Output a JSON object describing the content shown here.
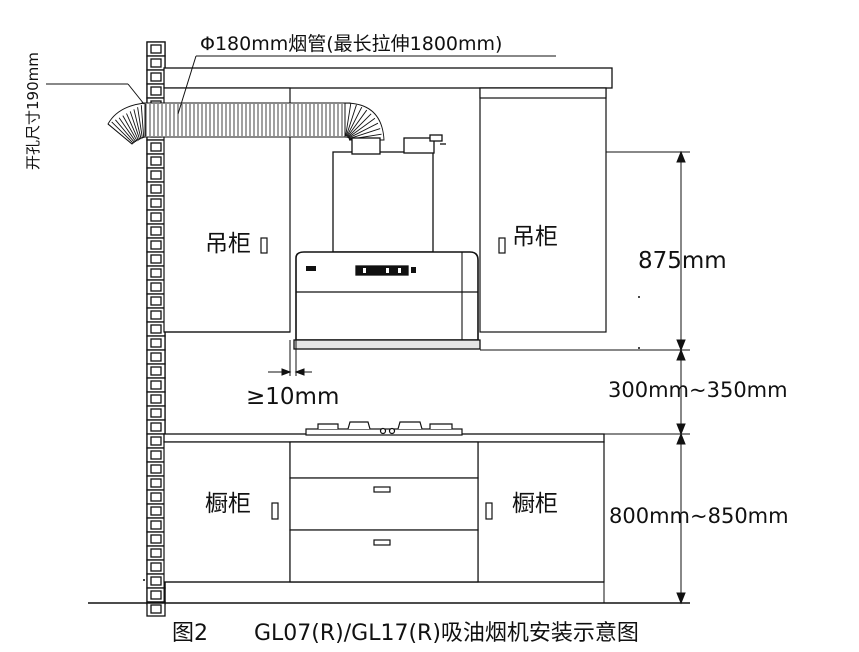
{
  "labels": {
    "pipe": "Φ180mm烟管(最长拉伸1800mm)",
    "opening": "开孔尺寸190mm",
    "upper_cabinet_left": "吊柜",
    "upper_cabinet_right": "吊柜",
    "lower_cabinet_left": "橱柜",
    "lower_cabinet_right": "橱柜",
    "gap": "≥10mm",
    "dim_upper": "875mm",
    "dim_hood_height": "300mm~350mm",
    "dim_counter": "800mm~850mm"
  },
  "caption": {
    "fig": "图2",
    "title": "GL07(R)/GL17(R)吸油烟机安装示意图"
  },
  "colors": {
    "line": "#111111",
    "fill_light": "#f3f3f3",
    "fill_mid": "#d9d9d9"
  }
}
